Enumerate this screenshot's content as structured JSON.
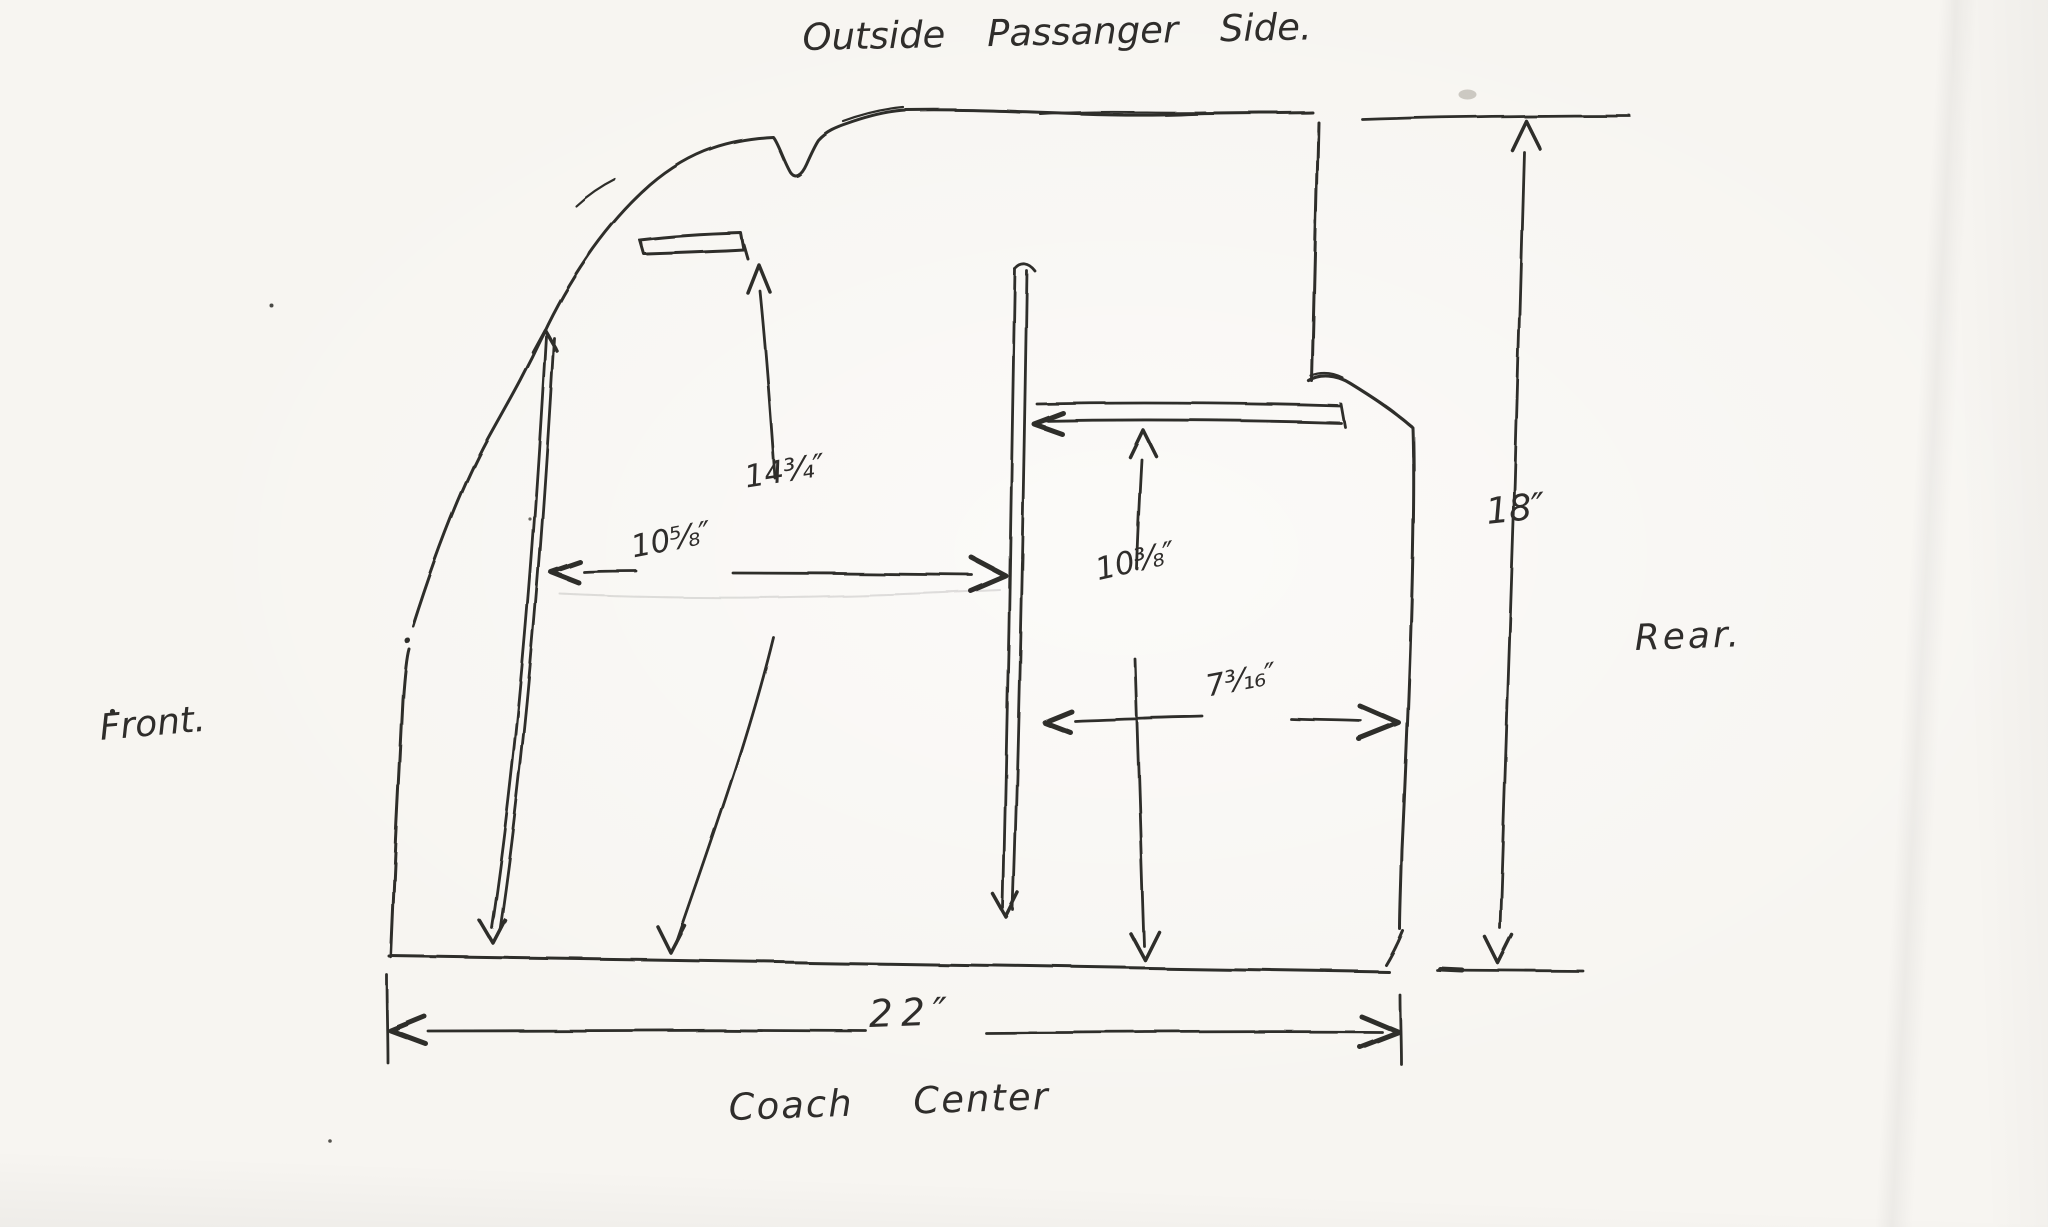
{
  "sketch": {
    "title": "Outside Passanger Side.",
    "caption": "Coach Center",
    "side_labels": {
      "front": "Front.",
      "rear": "Rear."
    },
    "ink_color": "#2f2d2b",
    "paper_color": "#f7f5f1",
    "dimensions": {
      "slot_height": {
        "label": "14¾″",
        "inches": 14.75
      },
      "bar_spacing": {
        "label": "10⅝″",
        "inches": 10.625
      },
      "shelf_height": {
        "label": "10⅜″",
        "inches": 10.375
      },
      "shelf_inset": {
        "label": "7³⁄₁₆″",
        "inches": 7.1875
      },
      "overall_height": {
        "label": "18″",
        "inches": 18
      },
      "overall_length": {
        "label": "22″",
        "inches": 22
      }
    }
  }
}
